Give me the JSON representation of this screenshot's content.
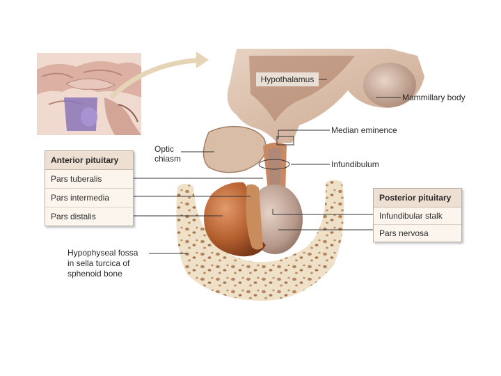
{
  "labels": {
    "hypothalamus": "Hypothalamus",
    "mammillary_body": "Mammillary body",
    "median_eminence": "Median eminence",
    "infundibulum": "Infundibulum",
    "optic_chiasm_1": "Optic",
    "optic_chiasm_2": "chiasm",
    "fossa_1": "Hypophyseal fossa",
    "fossa_2": "in sella turcica of",
    "fossa_3": "sphenoid bone"
  },
  "anterior": {
    "title": "Anterior pituitary",
    "items": [
      "Pars tuberalis",
      "Pars intermedia",
      "Pars distalis"
    ]
  },
  "posterior": {
    "title": "Posterior pituitary",
    "items": [
      "Infundibular stalk",
      "Pars nervosa"
    ]
  },
  "colors": {
    "anterior_lobe": "#a8562e",
    "posterior_lobe": "#b89888",
    "bone": "#eddcc3",
    "brain_tissue": "#c9a48b",
    "inset_highlight": "#8a74b8"
  }
}
